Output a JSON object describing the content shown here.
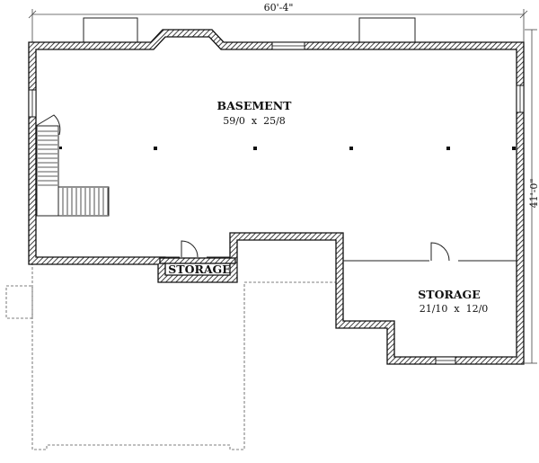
{
  "plan": {
    "overall_width": "60'-4\"",
    "overall_depth": "41'-0\"",
    "rooms": [
      {
        "name": "BASEMENT",
        "size": "59/0  x  25/8"
      },
      {
        "name": "STORAGE",
        "size": ""
      },
      {
        "name": "STORAGE",
        "size": "21/10  x  12/0"
      }
    ],
    "colors": {
      "wall": "#111111",
      "background": "#ffffff"
    }
  }
}
